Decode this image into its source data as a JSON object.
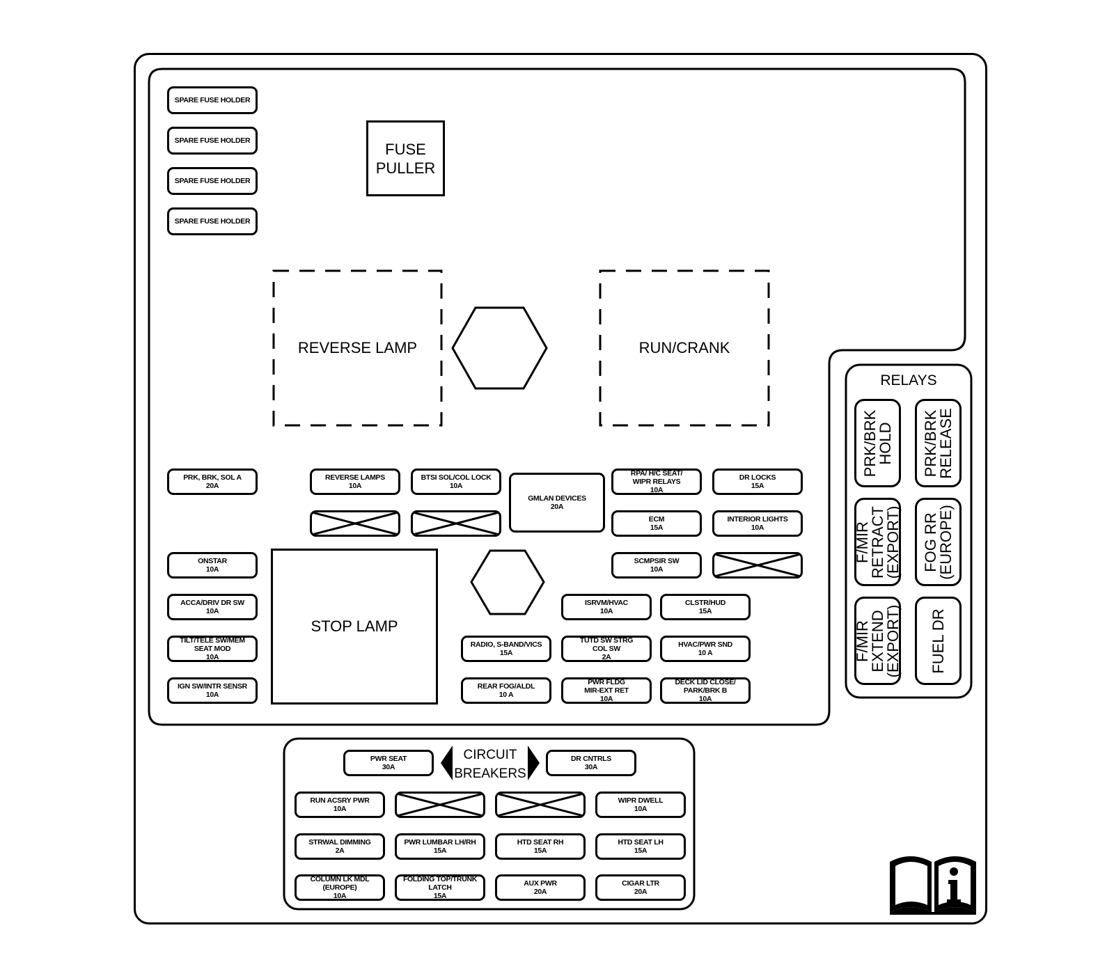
{
  "fuse_puller": [
    "FUSE",
    "PULLER"
  ],
  "spare_holders": [
    "SPARE FUSE HOLDER",
    "SPARE FUSE HOLDER",
    "SPARE FUSE HOLDER",
    "SPARE FUSE HOLDER"
  ],
  "relay_blocks": {
    "reverse_lamp": "REVERSE LAMP",
    "run_crank": "RUN/CRANK",
    "stop_lamp": "STOP LAMP"
  },
  "fuses": [
    [
      "PRK, BRK, SOL A",
      "20A"
    ],
    [
      "REVERSE LAMPS",
      "10A"
    ],
    [
      "BTSI SOL/COL LOCK",
      "10A"
    ],
    [
      "GMLAN DEVICES",
      "20A"
    ],
    [
      "RPA/ H/C SEAT/",
      "WIPR RELAYS",
      "10A"
    ],
    [
      "DR LOCKS",
      "15A"
    ],
    [
      "ECM",
      "15A"
    ],
    [
      "INTERIOR LIGHTS",
      "10A"
    ],
    [
      "ONSTAR",
      "10A"
    ],
    [
      "SCMPSIR SW",
      "10A"
    ],
    [
      "ACCA/DRIV DR SW",
      "10A"
    ],
    [
      "ISRVM/HVAC",
      "10A"
    ],
    [
      "CLSTR/HUD",
      "15A"
    ],
    [
      "TILT/TELE SW/MEM",
      "SEAT MOD",
      "10A"
    ],
    [
      "RADIO, S-BAND/VICS",
      "15A"
    ],
    [
      "TUTD SW STRG",
      "COL SW",
      "2A"
    ],
    [
      "HVAC/PWR SND",
      "10 A"
    ],
    [
      "IGN SW/INTR SENSR",
      "10A"
    ],
    [
      "REAR FOG/ALDL",
      "10 A"
    ],
    [
      "PWR FLDG",
      "MIR-EXT RET",
      "10A"
    ],
    [
      "DECK LID CLOSE/",
      "PARK/BRK B",
      "10A"
    ]
  ],
  "relays": {
    "title": "RELAYS",
    "items": [
      [
        "PRK/BRK",
        "HOLD"
      ],
      [
        "PRK/BRK",
        "RELEASE"
      ],
      [
        "F/MIR",
        "RETRACT",
        "(EXPORT)"
      ],
      [
        "FOG RR",
        "(EUROPE)"
      ],
      [
        "F/MIR",
        "EXTEND",
        "(EXPORT)"
      ],
      [
        "FUEL DR"
      ]
    ]
  },
  "circuit_breakers": {
    "title": [
      "CIRCUIT",
      "BREAKERS"
    ],
    "items": [
      [
        "PWR SEAT",
        "30A"
      ],
      [
        "DR CNTRLS",
        "30A"
      ]
    ]
  },
  "lower_fuses": [
    [
      "RUN ACSRY PWR",
      "10A"
    ],
    [
      "WIPR DWELL",
      "10A"
    ],
    [
      "STRWAL DIMMING",
      "2A"
    ],
    [
      "PWR LUMBAR LH/RH",
      "15A"
    ],
    [
      "HTD SEAT RH",
      "15A"
    ],
    [
      "HTD SEAT LH",
      "15A"
    ],
    [
      "COLUMN LK MDL",
      "(EUROPE)",
      "10A"
    ],
    [
      "FOLDING TOP/TRUNK",
      "LATCH",
      "15A"
    ],
    [
      "AUX PWR",
      "20A"
    ],
    [
      "CIGAR LTR",
      "20A"
    ]
  ]
}
